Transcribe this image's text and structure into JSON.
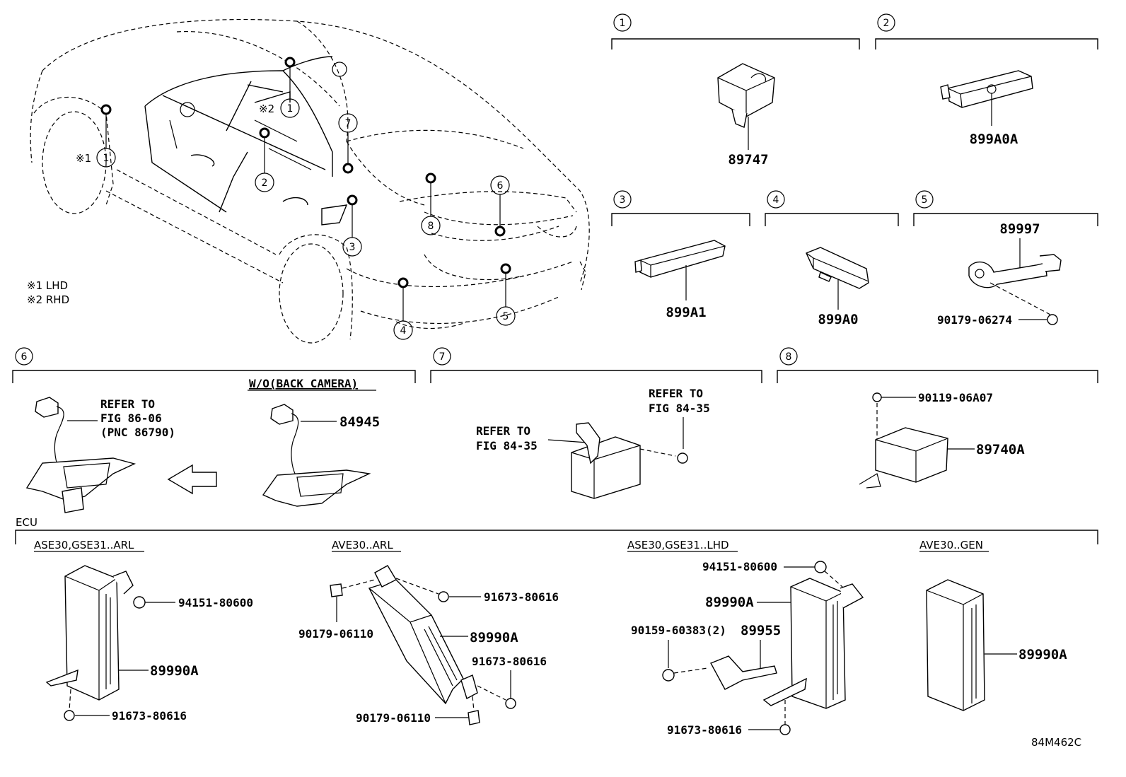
{
  "callouts": {
    "c1": "1",
    "c2": "2",
    "c3": "3",
    "c4": "4",
    "c5": "5",
    "c6": "6",
    "c7": "7",
    "c8": "8"
  },
  "car": {
    "lhd_mark": "※1",
    "rhd_mark": "※2",
    "note_lhd": "※1 LHD",
    "note_rhd": "※2 RHD"
  },
  "sec1": {
    "part": "89747"
  },
  "sec2": {
    "part": "899A0A"
  },
  "sec3": {
    "part": "899A1"
  },
  "sec4": {
    "part": "899A0"
  },
  "sec5": {
    "part": "89997",
    "bolt": "90179-06274"
  },
  "sec6": {
    "variant": "W/O(BACK CAMERA)",
    "refer_line1": "REFER TO",
    "refer_line2": "FIG 86-06",
    "refer_line3": "(PNC 86790)",
    "part": "84945"
  },
  "sec7": {
    "refer_a_line1": "REFER TO",
    "refer_a_line2": "FIG 84-35",
    "refer_b_line1": "REFER TO",
    "refer_b_line2": "FIG 84-35"
  },
  "sec8": {
    "bolt": "90119-06A07",
    "part": "89740A"
  },
  "ecu": {
    "title": "ECU",
    "v1": {
      "label": "ASE30,GSE31..ARL",
      "nut": "94151-80600",
      "ecu": "89990A",
      "bolt": "91673-80616"
    },
    "v2": {
      "label": "AVE30..ARL",
      "bolt1": "91673-80616",
      "clip1": "90179-06110",
      "ecu": "89990A",
      "bolt2": "91673-80616",
      "clip2": "90179-06110"
    },
    "v3": {
      "label": "ASE30,GSE31..LHD",
      "nut": "94151-80600",
      "ecu": "89990A",
      "screw": "90159-60383(2)",
      "bracket": "89955",
      "bolt": "91673-80616"
    },
    "v4": {
      "label": "AVE30..GEN",
      "ecu": "89990A"
    }
  },
  "figure_code": "84M462C"
}
